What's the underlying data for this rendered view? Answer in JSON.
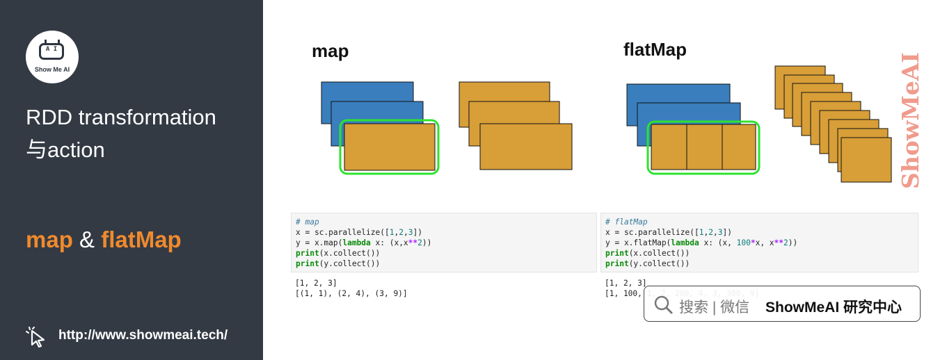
{
  "logo": {
    "screen_text": "A I",
    "label": "Show Me AI"
  },
  "sidebar": {
    "title_line1": "RDD transformation",
    "title_line2": "与action",
    "subtitle_part1": "map",
    "subtitle_amp": " & ",
    "subtitle_part2": "flatMap",
    "url": "http://www.showmeai.tech/"
  },
  "diagram": {
    "map_heading": "map",
    "flatmap_heading": "flatMap",
    "colors": {
      "blue": "#3a7ebd",
      "orange": "#d89e38",
      "highlight": "#2de32d"
    },
    "watermark_vertical": "ShowMeAI"
  },
  "code_map": {
    "comment": "# map",
    "line1_a": "x = sc.parallelize([",
    "line1_n": "1",
    "line1_c1": ",",
    "line1_n2": "2",
    "line1_c2": ",",
    "line1_n3": "3",
    "line1_b": "])",
    "line2_a": "y = x.map(",
    "line2_kw": "lambda",
    "line2_b": " x: (x,x",
    "line2_op": "**",
    "line2_n": "2",
    "line2_c": "))",
    "line3_kw": "print",
    "line3_b": "(x.collect())",
    "line4_kw": "print",
    "line4_b": "(y.collect())",
    "output": "[1, 2, 3]\n[(1, 1), (2, 4), (3, 9)]"
  },
  "code_flatmap": {
    "comment": "# flatMap",
    "line1_a": "x = sc.parallelize([",
    "line1_n": "1",
    "line1_c1": ",",
    "line1_n2": "2",
    "line1_c2": ",",
    "line1_n3": "3",
    "line1_b": "])",
    "line2_a": "y = x.flatMap(",
    "line2_kw": "lambda",
    "line2_b": " x: (x, ",
    "line2_n": "100",
    "line2_op1": "*",
    "line2_d": "x, x",
    "line2_op2": "**",
    "line2_n2": "2",
    "line2_c": "))",
    "line3_kw": "print",
    "line3_b": "(x.collect())",
    "line4_kw": "print",
    "line4_b": "(y.collect())",
    "output": "[1, 2, 3]\n[1, 100, 1, 2, 200, 4, 3, 300, 9]"
  },
  "watermark_box": {
    "search_text": "搜索 | 微信",
    "brand_text": "ShowMeAI 研究中心"
  }
}
